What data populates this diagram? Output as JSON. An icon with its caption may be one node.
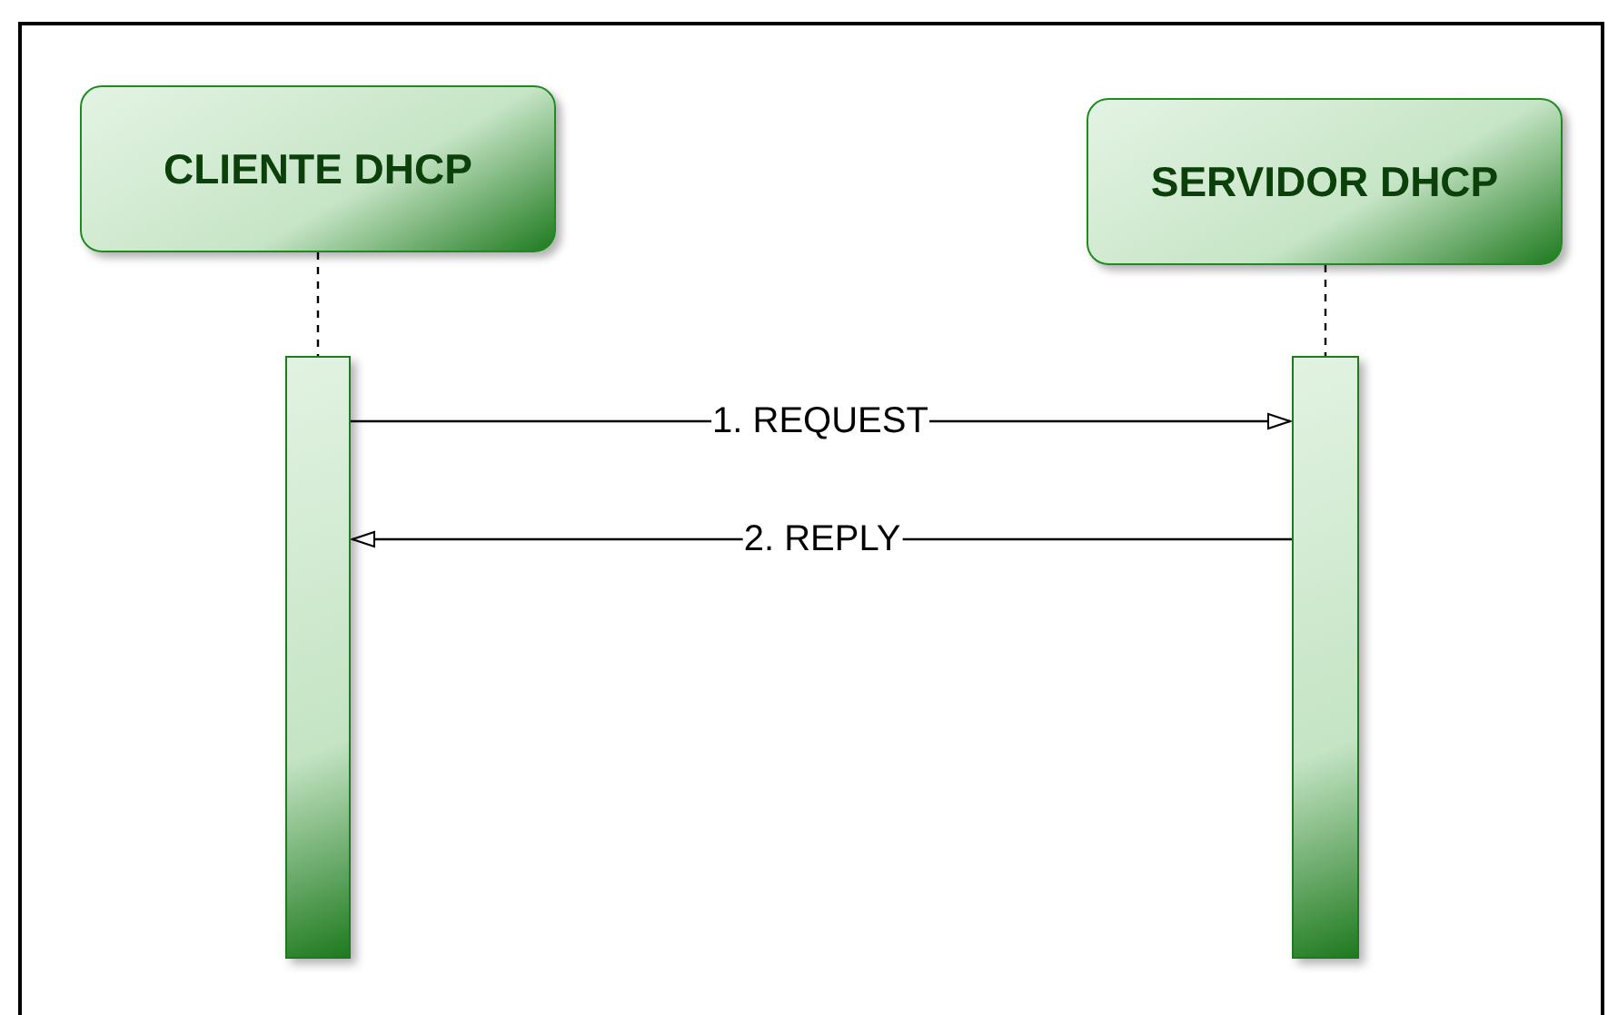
{
  "diagram": {
    "nodes": [
      {
        "text": [
          "CLIENTE DHCP"
        ]
      },
      {
        "text": [
          "SERVIDOR DHCP"
        ]
      },
      {
        "text": [],
        "shape": "bar"
      },
      {
        "text": [],
        "shape": "bar"
      }
    ],
    "edges": [
      {
        "from": 0,
        "to": 2,
        "arrow": "none",
        "style": "dashed"
      },
      {
        "from": 1,
        "to": 3,
        "arrow": "none",
        "style": "dashed"
      },
      {
        "from": 2,
        "to": 3,
        "arrow": "to",
        "label": "1. REQUEST"
      },
      {
        "from": 3,
        "to": 2,
        "arrow": "to",
        "label": "2. REPLY"
      }
    ]
  }
}
